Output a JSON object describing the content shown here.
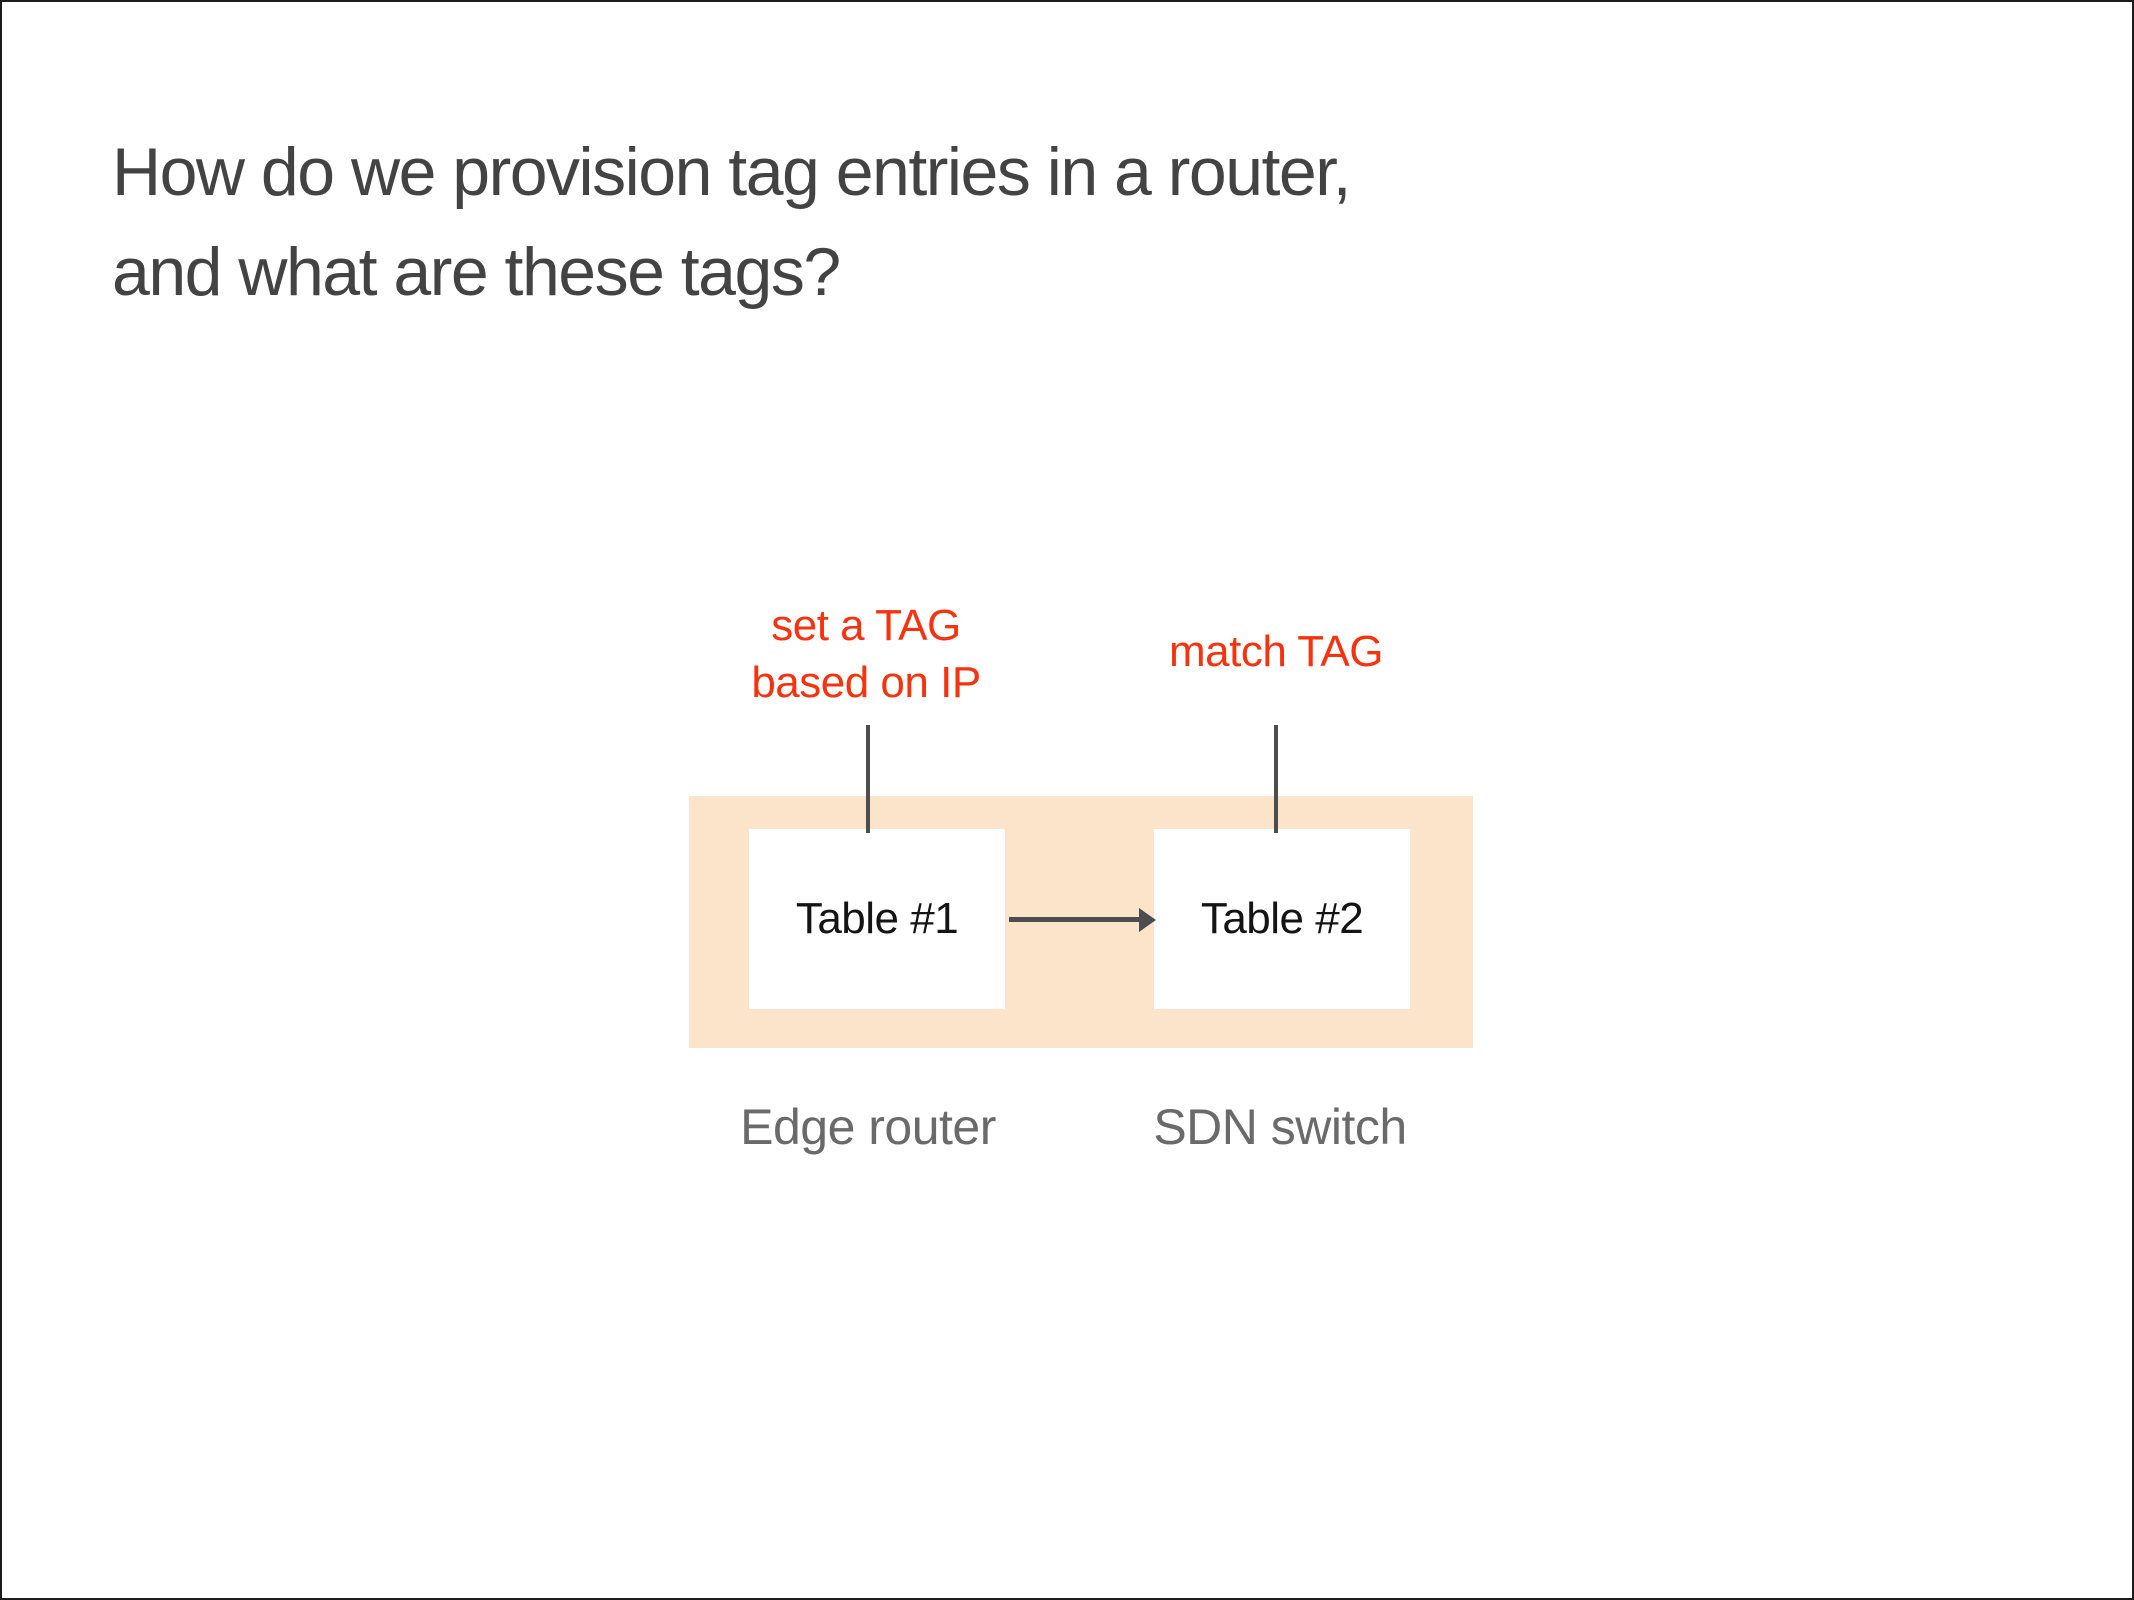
{
  "slide": {
    "title_line1": "How do we provision tag entries in a router,",
    "title_line2": "and what are these tags?"
  },
  "diagram": {
    "annotations": [
      {
        "id": "set-tag",
        "line1": "set a TAG",
        "line2": "based on IP"
      },
      {
        "id": "match-tag",
        "line1": "match TAG"
      }
    ],
    "tables": [
      {
        "label": "Table #1"
      },
      {
        "label": "Table #2"
      }
    ],
    "captions": [
      {
        "label": "Edge router"
      },
      {
        "label": "SDN switch"
      }
    ]
  },
  "colors": {
    "slide_bg": "#ffffff",
    "slide_border": "#1c1c1c",
    "title_gray": "#434343",
    "annotation_red": "#f5330e",
    "router_fill": "#fce4cb",
    "table_fill": "#ffffff",
    "table_text": "#141414",
    "connector_gray": "#4d4d4f",
    "caption_gray": "#6a6a6a"
  }
}
